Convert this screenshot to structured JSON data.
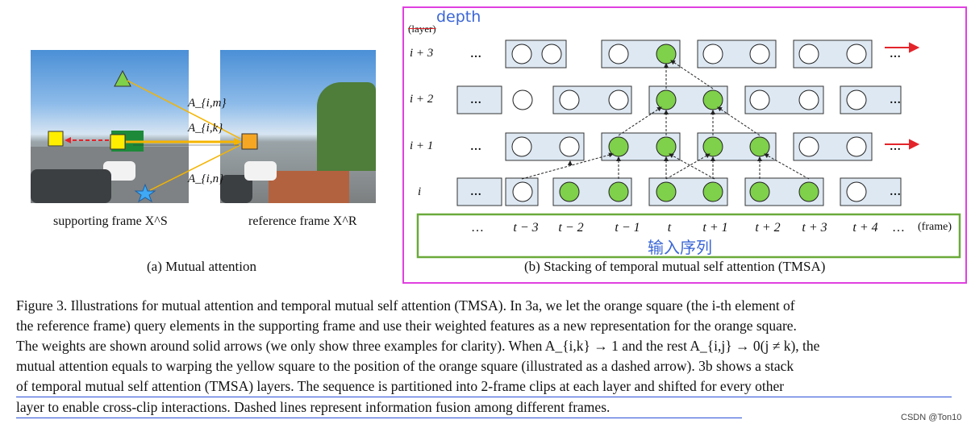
{
  "panel_a": {
    "attn_labels": [
      "A_{i,m}",
      "A_{i,k}",
      "A_{i,n}"
    ],
    "label_supporting": "supporting frame X^S",
    "label_reference": "reference frame X^R",
    "caption": "(a) Mutual attention"
  },
  "panel_b": {
    "annotation_depth": "depth",
    "annotation_layer_struck": "(layer)",
    "layer_labels": [
      "i + 3",
      "i + 2",
      "i + 1",
      "i"
    ],
    "frame_labels": [
      "…",
      "t − 3",
      "t − 2",
      "t − 1",
      "t",
      "t + 1",
      "t + 2",
      "t + 3",
      "t + 4",
      "…",
      "(frame)"
    ],
    "annotation_input_seq": "输入序列",
    "caption": "(b) Stacking of temporal mutual self attention (TMSA)",
    "ellipsis": "…"
  },
  "figure_caption": {
    "lines": [
      "Figure 3. Illustrations for mutual attention and temporal mutual self attention (TMSA). In 3a, we let the orange square (the i-th element of",
      "the reference frame) query elements in the supporting frame and use their weighted features as a new representation for the orange square.",
      "The weights are shown around solid arrows (we only show three examples for clarity). When A_{i,k} → 1 and the rest A_{i,j} → 0(j ≠ k), the",
      "mutual attention equals to warping the yellow square to the position of the orange square (illustrated as a dashed arrow). 3b shows a stack",
      "of temporal mutual self attention (TMSA) layers. The sequence is partitioned into 2-frame clips at each layer and shifted for every other",
      "layer to enable cross-clip interactions. Dashed lines represent information fusion among different frames."
    ]
  },
  "watermark": "CSDN @Ton10",
  "colors": {
    "magenta_border": "#e040e0",
    "green_border": "#6aaa3a",
    "annotation_blue": "#3a66d6",
    "node_green": "#7fd04a",
    "box_fill": "#dde8f3",
    "red_arrow": "#e3242b",
    "underline_blue": "#2a4fd8"
  }
}
